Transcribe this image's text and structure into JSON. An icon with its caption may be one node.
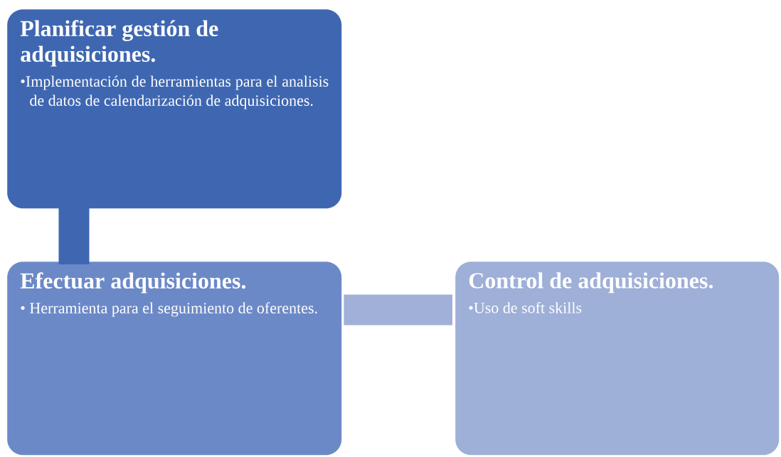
{
  "diagram": {
    "nodes": [
      {
        "text": [
          "Planificar gestión de adquisiciones.",
          "•Implementación de herramientas para el analisis de datos de calendarización de adquisiciones."
        ]
      },
      {
        "text": [
          "Efectuar adquisiciones.",
          "• Herramienta para el seguimiento de oferentes."
        ]
      },
      {
        "text": [
          "Control de adquisiciones.",
          "•Uso de soft skills"
        ]
      }
    ],
    "edges": [
      {
        "from": 0,
        "to": 1,
        "arrow": "none",
        "color": "#3f67b1"
      },
      {
        "from": 1,
        "to": 2,
        "arrow": "none",
        "color": "#a0b0d8"
      }
    ]
  }
}
